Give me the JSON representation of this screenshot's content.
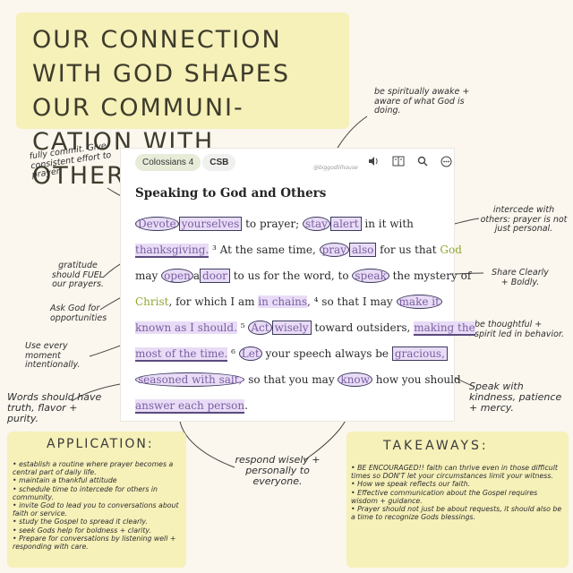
{
  "title": "OUR CONNECTION WITH GOD SHAPES OUR COMMUNI-CATION WITH OTHERS.",
  "notes": {
    "spiritually_awake": "be spiritually awake + aware of what God is doing.",
    "fully_commit": "fully commit. Give consistent effort to prayer.",
    "gratitude": "gratitude should FUEL our prayers.",
    "ask_god": "Ask God for opportunities",
    "every_moment": "Use every moment intentionally.",
    "words_should": "Words should have truth, flavor + purity.",
    "intercede": "intercede with others: prayer is not just personal.",
    "share_clearly": "Share Clearly + Boldly.",
    "thoughtful": "be thoughtful + spirit led in behavior.",
    "speak_kindness": "Speak with kindness, patience + mercy.",
    "respond_wisely": "respond wisely + personally to everyone."
  },
  "bible": {
    "book": "Colossians 4",
    "version": "CSB",
    "heading": "Speaking to God and Others",
    "watermark": "@biggodlilhouse"
  },
  "passage": {
    "l1a": "Devote",
    "l1b": "yourselves",
    "l1c": " to prayer; ",
    "l1d": "stay",
    "l1e": "alert",
    "l1f": " in it with",
    "l2a": "thanksgiving.",
    "l2b": " ³ At the same time, ",
    "l2c": "pray",
    "l2d": "also",
    "l2e": " for us that ",
    "l2f": "God",
    "l3a": "may ",
    "l3b": "open",
    "l3c": "a",
    "l3d": "door",
    "l3e": " to us for the word, to ",
    "l3f": "speak",
    "l3g": " the mystery of",
    "l4a": "Christ",
    "l4b": ", for which I am ",
    "l4c": "in chains",
    "l4d": ", ⁴ so that I may ",
    "l4e": "make it",
    "l5a": "known as I should.",
    "l5b": " ⁵ ",
    "l5c": "Act",
    "l5d": "wisely",
    "l5e": " toward outsiders, ",
    "l5f": "making the",
    "l6a": "most of the time.",
    "l6b": " ⁶ ",
    "l6c": "Let",
    "l6d": " your speech always be ",
    "l6e": "gracious,",
    "l7a": "seasoned with salt,",
    "l7b": " so that you may ",
    "l7c": "know",
    "l7d": " how you should",
    "l8a": "answer each person",
    "l8b": "."
  },
  "application": {
    "title": "APPLICATION:",
    "items": [
      "• establish a routine where prayer becomes a central part of daily life.",
      "• maintain a thankful attitude",
      "• schedule time to intercede for others in community.",
      "• invite God to lead you to conversations about faith or service.",
      "• study the Gospel to spread it clearly.",
      "• seek Gods help for boldness + clarity.",
      "• Prepare for conversations by listening well + responding with care."
    ]
  },
  "takeaways": {
    "title": "TAKEAWAYS:",
    "items": [
      "• BE ENCOURAGED!! faith can thrive even in those difficult times so DON'T let your circumstances limit your witness.",
      "• How we speak reflects our faith.",
      "• Effective communication about the Gospel requires wisdom + guidance.",
      "• Prayer should not just be about requests, it should also be a time to recognize Gods blessings."
    ]
  },
  "icons": [
    "audio-icon",
    "reader-icon",
    "search-icon",
    "more-icon"
  ],
  "colors": {
    "yellow_wash": "#f6f0b9",
    "purple_highlight": "#e9dcf6",
    "green_word": "#8ea830"
  }
}
